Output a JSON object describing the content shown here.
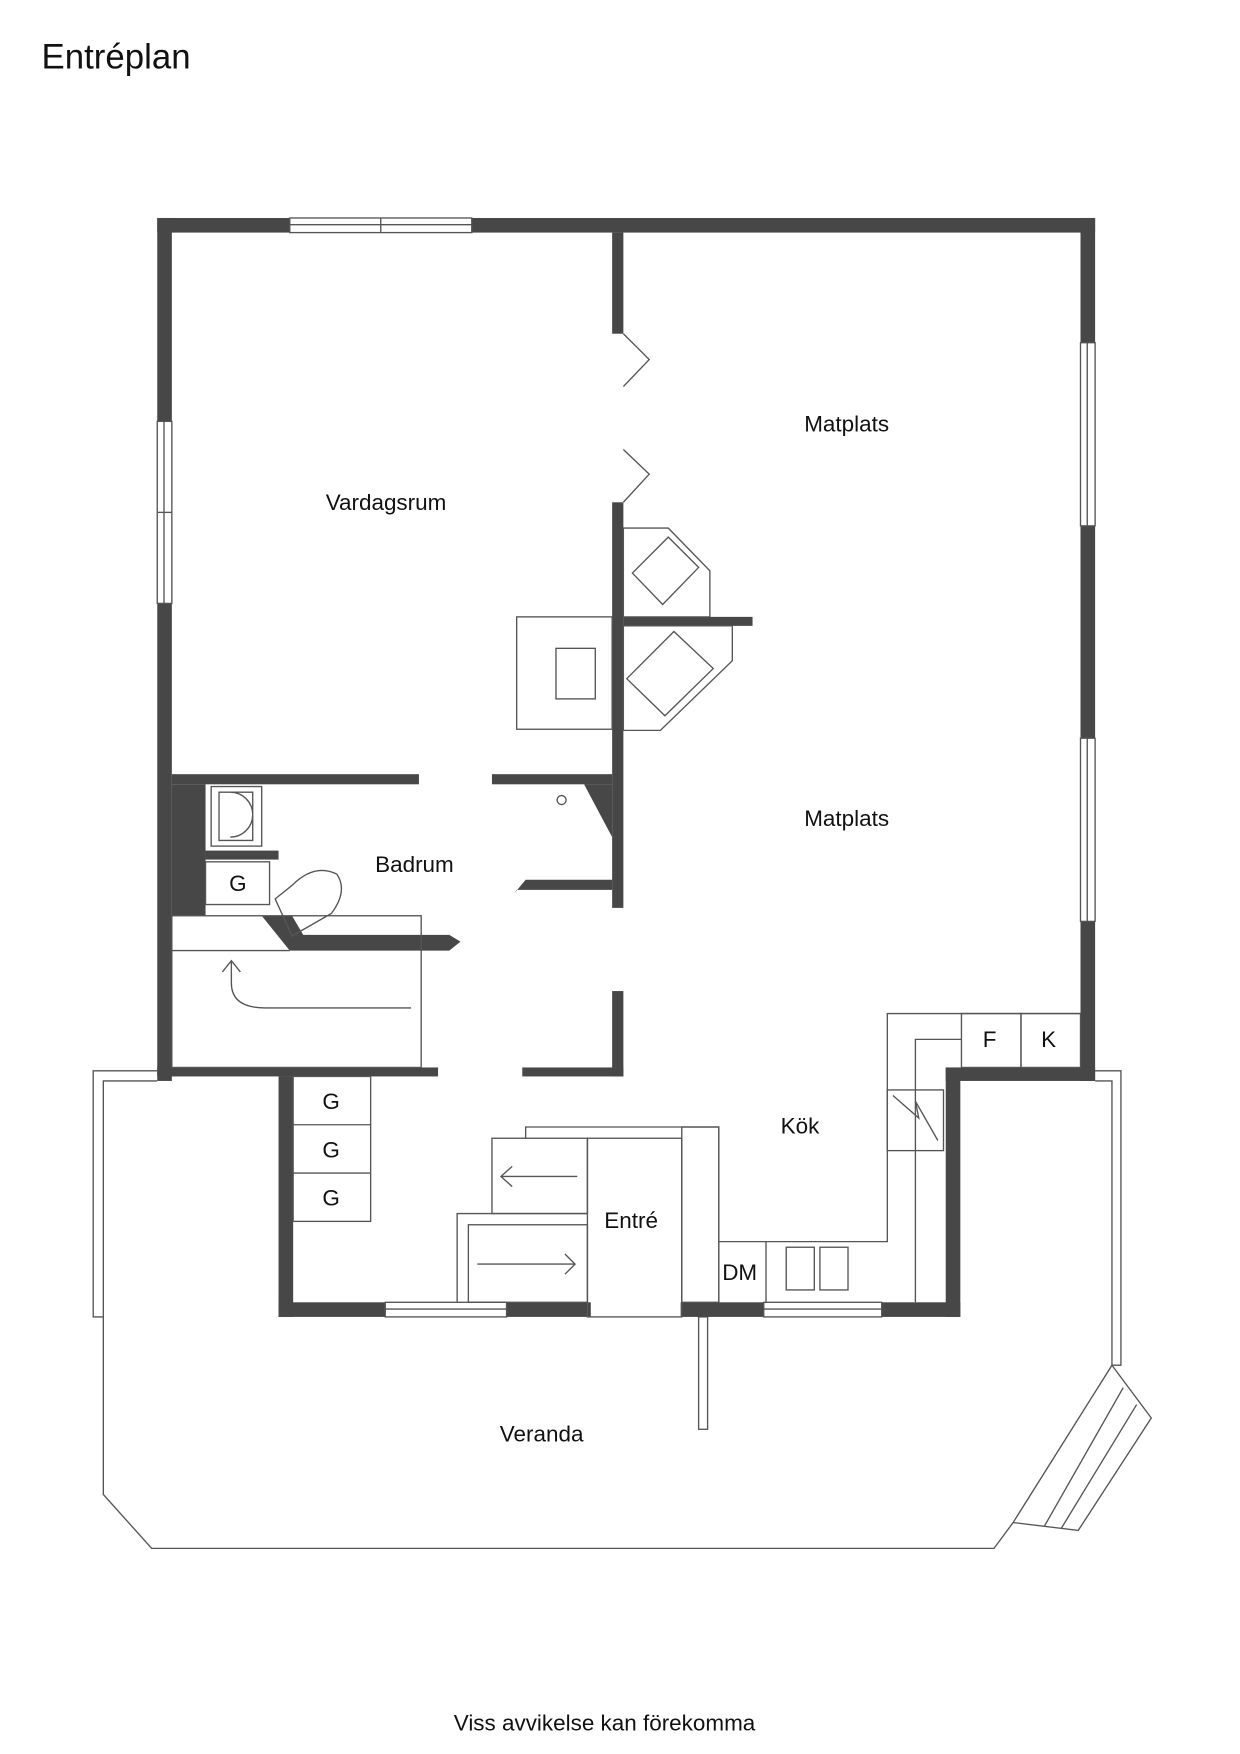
{
  "title": "Entréplan",
  "footer": "Viss avvikelse kan förekomma",
  "colors": {
    "wall": "#474747",
    "line": "#555555"
  },
  "rooms": {
    "vardagsrum": "Vardagsrum",
    "matplats_1": "Matplats",
    "matplats_2": "Matplats",
    "badrum": "Badrum",
    "kok": "Kök",
    "entre": "Entré",
    "veranda": "Veranda"
  },
  "fixtures": {
    "g_bath": "G",
    "g_1": "G",
    "g_2": "G",
    "g_3": "G",
    "f": "F",
    "k": "K",
    "dm": "DM"
  }
}
